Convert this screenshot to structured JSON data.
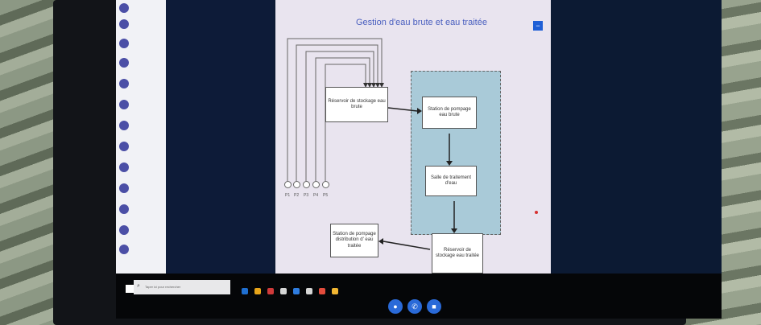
{
  "slide": {
    "title": "Gestion d'eau brute et eau traitée",
    "menu_button": "−",
    "boxes": {
      "reservoir_brute": "Réservoir de stockage eau brute",
      "station_pompage_brute": "Station de pompage eau brute",
      "salle_traitement": "Salle de traitement d'eau",
      "reservoir_traitee": "Réservoir de stockage eau traitée",
      "station_distribution": "Station de pompage distribution d' eau traitée"
    },
    "valves": [
      "P1",
      "P2",
      "P3",
      "P4",
      "P5"
    ]
  },
  "taskbar": {
    "search_placeholder": "Taper ici pour rechercher",
    "search_icon": "magnifier-icon",
    "icon_colors": [
      "#1f6fd1",
      "#e8a51a",
      "#d03a3a",
      "#d6d6d6",
      "#2f7de0",
      "#d6d6d6",
      "#e44c3c",
      "#f2b632"
    ]
  },
  "call_controls": [
    "mic-icon",
    "phone-icon",
    "camera-icon"
  ],
  "accent_color": "#2a6ad8"
}
